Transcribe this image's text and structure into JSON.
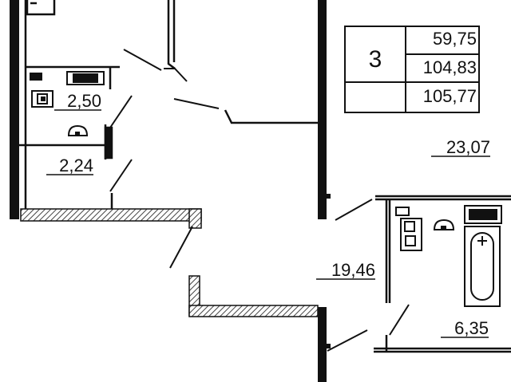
{
  "summary": {
    "rooms": "3",
    "living_area": "59,75",
    "total_area": "104,83",
    "total_area_with_balcony": "105,77"
  },
  "rooms": [
    {
      "key": "living-room",
      "area": "23,07"
    },
    {
      "key": "hallway",
      "area": "19,46"
    },
    {
      "key": "bathroom",
      "area": "6,35"
    },
    {
      "key": "bathroom-small",
      "area": "2,50"
    },
    {
      "key": "toilet",
      "area": "2,24"
    }
  ],
  "colors": {
    "wall": "#111111",
    "hatch": "#555555",
    "fixture": "#222222"
  }
}
